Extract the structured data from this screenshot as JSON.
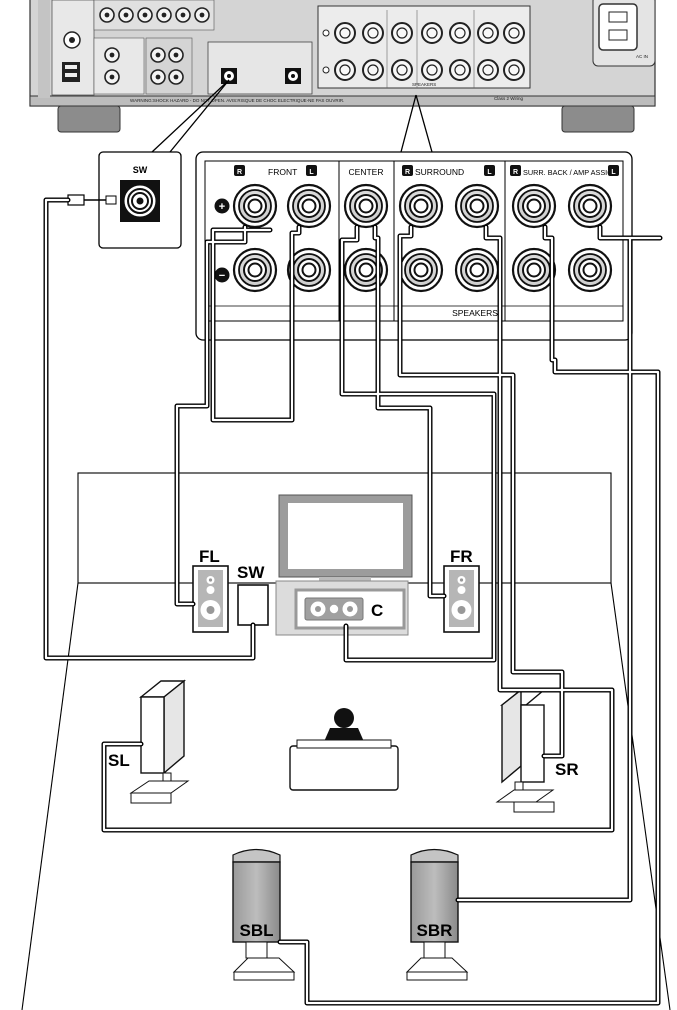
{
  "receiver": {
    "warning_text": "WARNING:SHOCK HAZARD - DO NOT OPEN. AVIS:RISQUE DE CHOC ELECTRIQUE-NE PAS OUVRIR.",
    "speakers_label_small": "SPEAKERS",
    "wiring_label": "Class 2 Wiring",
    "ac_label": "AC IN"
  },
  "subwoofer_callout": {
    "label": "SW"
  },
  "terminal_panel": {
    "front_label": "FRONT",
    "center_label": "CENTER",
    "surround_label": "SURROUND",
    "surr_back_label": "SURR. BACK / AMP ASSIGN",
    "right_marker": "R",
    "left_marker": "L",
    "speakers_label": "SPEAKERS",
    "plus_symbol": "+",
    "minus_symbol": "−"
  },
  "room": {
    "fl": "FL",
    "fr": "FR",
    "sw": "SW",
    "c": "C",
    "sl": "SL",
    "sr": "SR",
    "sbl": "SBL",
    "sbr": "SBR"
  }
}
